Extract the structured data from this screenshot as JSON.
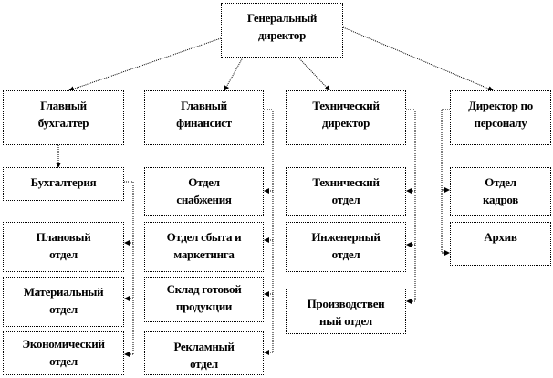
{
  "ceo": "Генеральный\nдиректор",
  "heads": [
    "Главный\nбухгалтер",
    "Главный\nфинансист",
    "Технический\nдиректор",
    "Директор по\nперсоналу"
  ],
  "accounting_units": [
    "Бухгалтерия",
    "Плановый\nотдел",
    "Материальный\nотдел",
    "Экономический\nотдел"
  ],
  "finance_units": [
    "Отдел\nснабжения",
    "Отдел сбыта и\nмаркетинга",
    "Склад готовой\nпродукции",
    "Рекламный\nотдел"
  ],
  "technical_units": [
    "Технический\nотдел",
    "Инженерный\nотдел",
    "Производствен\nный отдел"
  ],
  "personnel_units": [
    "Отдел\nкадров",
    "Архив"
  ]
}
